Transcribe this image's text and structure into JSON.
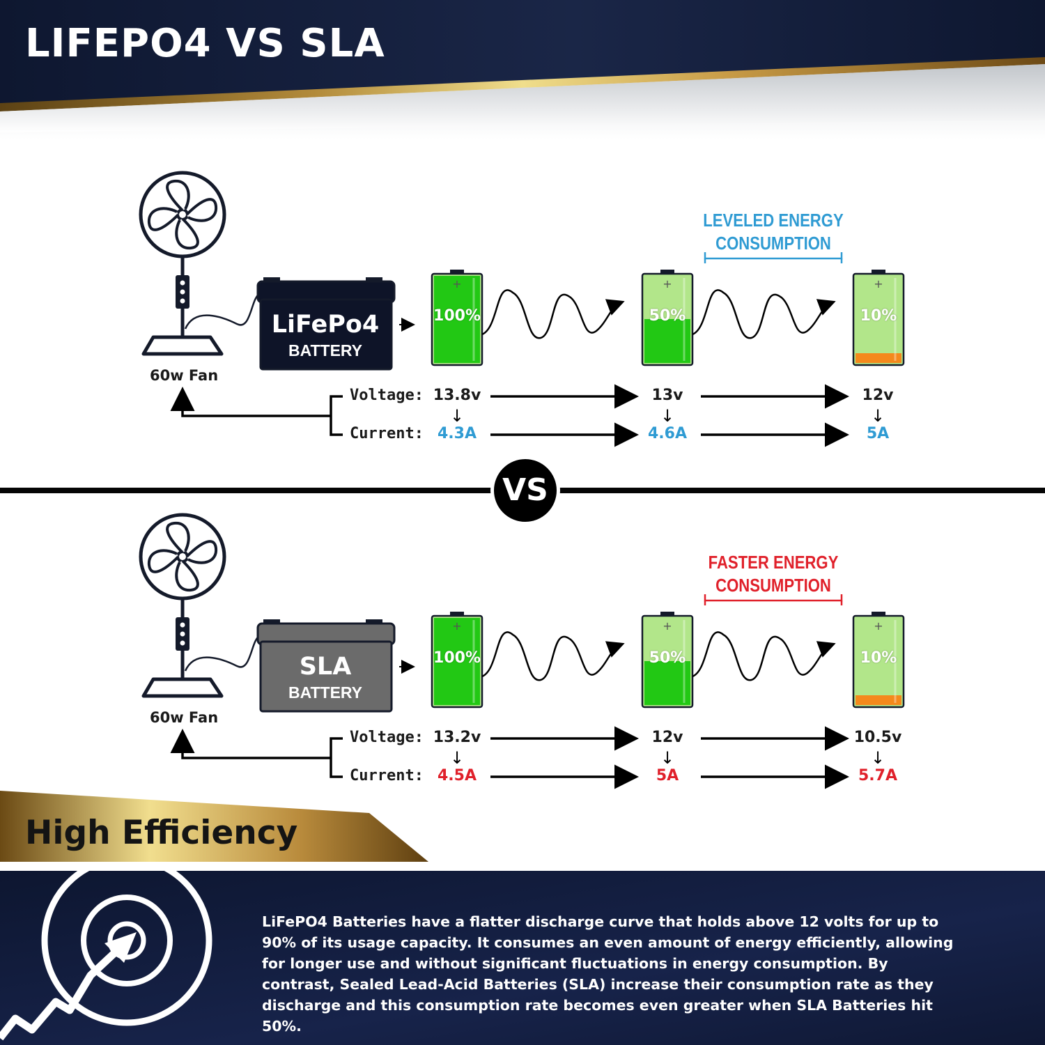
{
  "title": "LIFEPO4 VS SLA",
  "vs_label": "VS",
  "colors": {
    "navy": "#101a33",
    "gold": "#e8cf78",
    "lifepo4_accent": "#2f9bd3",
    "sla_accent": "#e0202a",
    "battery_green": "#22c814",
    "battery_light_green": "#b2e68a",
    "battery_orange": "#f4891c"
  },
  "sections": [
    {
      "id": "lifepo4",
      "fan_label": "60w Fan",
      "fan_icon": "fan-icon",
      "battery_name": "LiFePo4",
      "battery_sub": "BATTERY",
      "battery_color": "#0e1428",
      "annotation": [
        "LEVELED ENERGY",
        "CONSUMPTION"
      ],
      "annotation_color": "#2f9bd3",
      "voltage_label": "Voltage:",
      "current_label": "Current:",
      "stages": [
        {
          "percent": "100%",
          "charge": 1.0,
          "voltage": "13.8v",
          "current": "4.3A"
        },
        {
          "percent": "50%",
          "charge": 0.5,
          "voltage": "13v",
          "current": "4.6A"
        },
        {
          "percent": "10%",
          "charge": 0.1,
          "voltage": "12v",
          "current": "5A"
        }
      ],
      "current_color": "#2f9bd3"
    },
    {
      "id": "sla",
      "fan_label": "60w Fan",
      "fan_icon": "fan-icon",
      "battery_name": "SLA",
      "battery_sub": "BATTERY",
      "battery_color": "#6b6b6b",
      "annotation": [
        "FASTER ENERGY",
        "CONSUMPTION"
      ],
      "annotation_color": "#e0202a",
      "voltage_label": "Voltage:",
      "current_label": "Current:",
      "stages": [
        {
          "percent": "100%",
          "charge": 1.0,
          "voltage": "13.2v",
          "current": "4.5A"
        },
        {
          "percent": "50%",
          "charge": 0.5,
          "voltage": "12v",
          "current": "5A"
        },
        {
          "percent": "10%",
          "charge": 0.1,
          "voltage": "10.5v",
          "current": "5.7A"
        }
      ],
      "current_color": "#e0202a"
    }
  ],
  "efficiency": {
    "title": "High Efficiency",
    "icon": "growth-target-icon",
    "description": "LiFePO4 Batteries have a flatter discharge curve that holds above 12 volts for up to 90% of its usage capacity. It consumes an even amount of energy efficiently, allowing for longer use and without significant fluctuations in energy consumption. By contrast, Sealed Lead-Acid Batteries (SLA) increase their consumption rate as they discharge and this consumption rate becomes even greater when SLA Batteries hit 50%."
  }
}
